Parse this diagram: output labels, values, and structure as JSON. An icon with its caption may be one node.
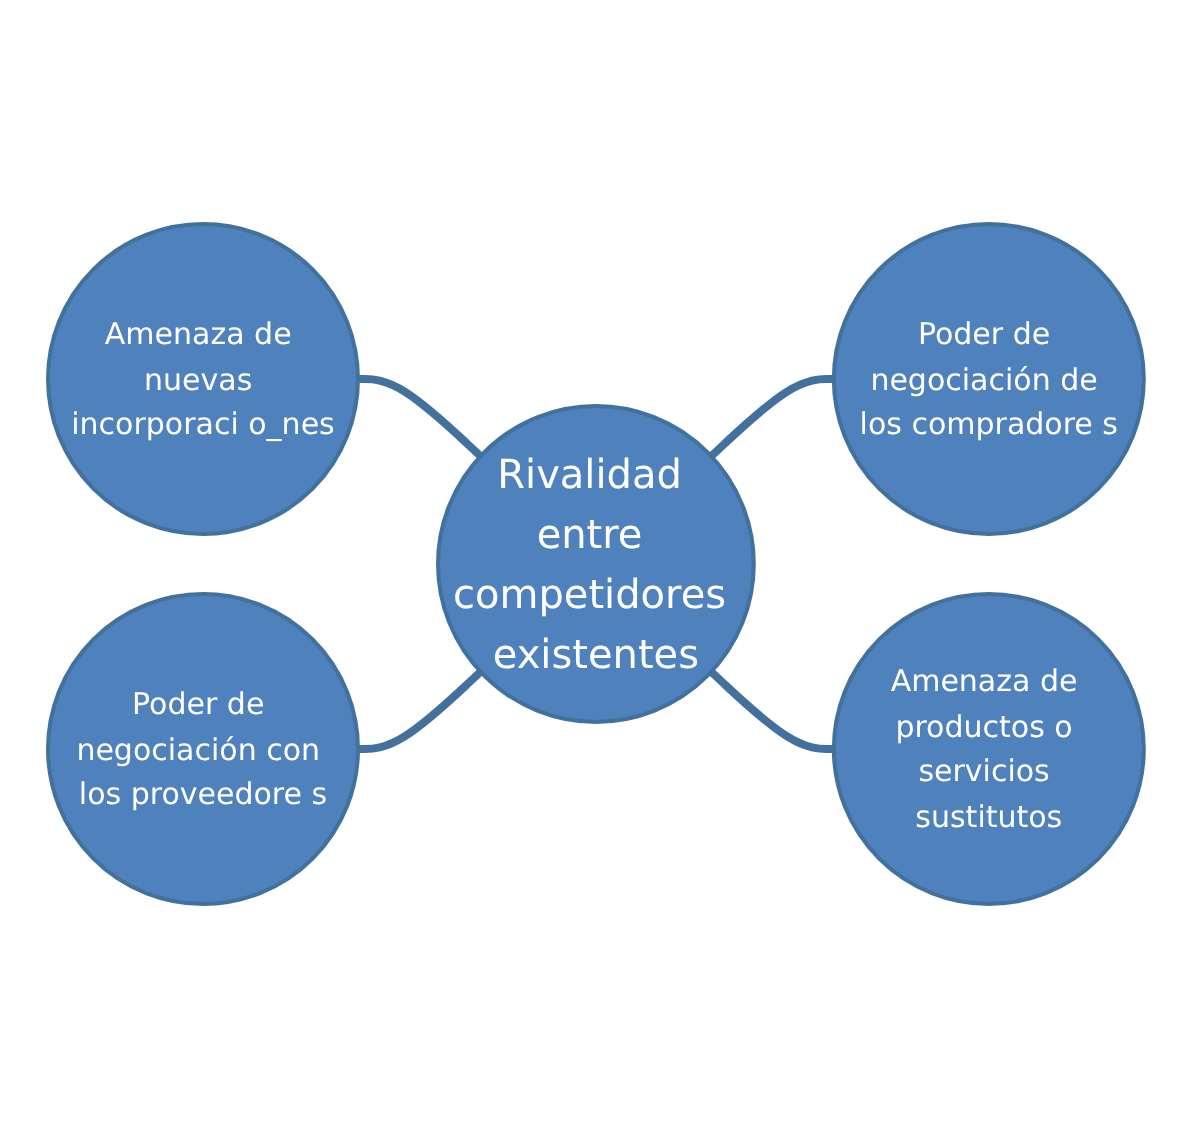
{
  "diagram": {
    "nodes": [
      {
        "text": [
          "Amenaza de nuevas incorporaci o_nes"
        ]
      },
      {
        "text": [
          "Poder de negociación con los proveedore s"
        ]
      },
      {
        "text": [
          "Rivalidad entre competidores existentes"
        ]
      },
      {
        "text": [
          "Poder de negociación de los compradore s"
        ]
      },
      {
        "text": [
          "Amenaza de productos o servicios sustitutos"
        ]
      }
    ],
    "edges": [
      {
        "from": 0,
        "to": 2,
        "arrow": "none"
      },
      {
        "from": 1,
        "to": 2,
        "arrow": "none"
      },
      {
        "from": 2,
        "to": 3,
        "arrow": "none"
      },
      {
        "from": 2,
        "to": 4,
        "arrow": "none"
      }
    ]
  }
}
